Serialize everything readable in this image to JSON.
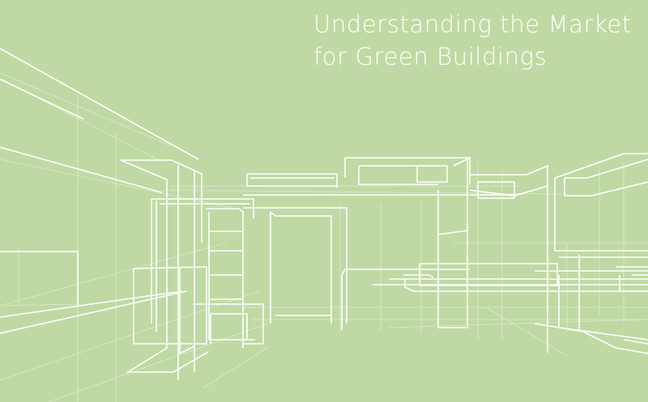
{
  "document": {
    "type": "report-cover",
    "title_line_1": "Understanding the Market",
    "title_line_2": "for Green Buildings",
    "background_color": "#c0d9a4",
    "line_color": "#ffffff",
    "illustration": "architectural-wireframe-interior"
  }
}
